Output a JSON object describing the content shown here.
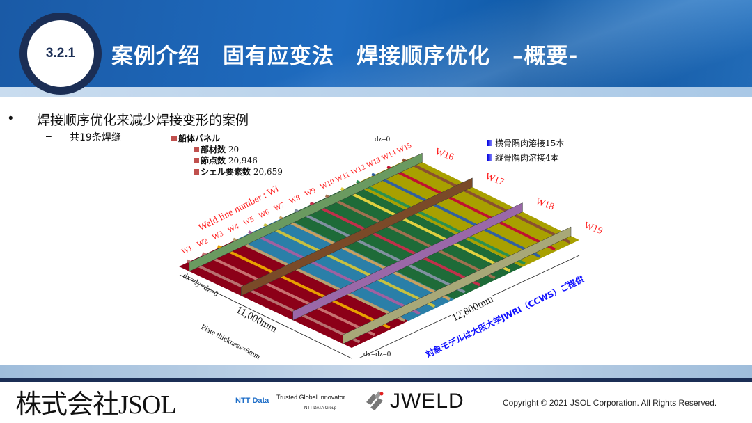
{
  "header": {
    "section": "3.2.1",
    "title": "案例介绍　固有应变法　焊接顺序优化　–概要-"
  },
  "content": {
    "bullet": "焊接顺序优化来减少焊接变形的案例",
    "sub": "共19条焊缝"
  },
  "figure": {
    "panel_title": "船体パネル",
    "stats": [
      {
        "label": "部材数",
        "value": "20"
      },
      {
        "label": "節点数",
        "value": "20,946"
      },
      {
        "label": "シェル要素数",
        "value": "20,659"
      }
    ],
    "legend": [
      "横骨隅肉溶接15本",
      "縦骨隅肉溶接4本"
    ],
    "weld_label": "Weld line number : Wi",
    "welds": [
      "W1",
      "W2",
      "W3",
      "W4",
      "W5",
      "W6",
      "W7",
      "W8",
      "W9",
      "W10",
      "W11",
      "W12",
      "W13",
      "W14",
      "W15",
      "W16",
      "W17",
      "W18",
      "W19"
    ],
    "bc_top": "dz=0",
    "bc_left": "dx=dy=dz=0",
    "bc_bottom": "dx=dz=0",
    "dim_width": "11,000mm",
    "dim_length": "12,800mm",
    "thickness": "Plate thickness=6mm",
    "credit": "対象モデルは大阪大学JWRI（CCWS）ご提供"
  },
  "footer": {
    "company": "株式会社JSOL",
    "ntt": "NTT Data",
    "ntt_tag": "Trusted Global Innovator",
    "ntt_group": "NTT DATA Group",
    "jweld": "JWELD",
    "copyright": "Copyright © 2021  JSOL Corporation. All Rights Reserved."
  },
  "colors": {
    "navy": "#1b2e55",
    "accent": "#1f6cc0",
    "weld_label": "#ff2020",
    "credit": "#1010ff"
  }
}
